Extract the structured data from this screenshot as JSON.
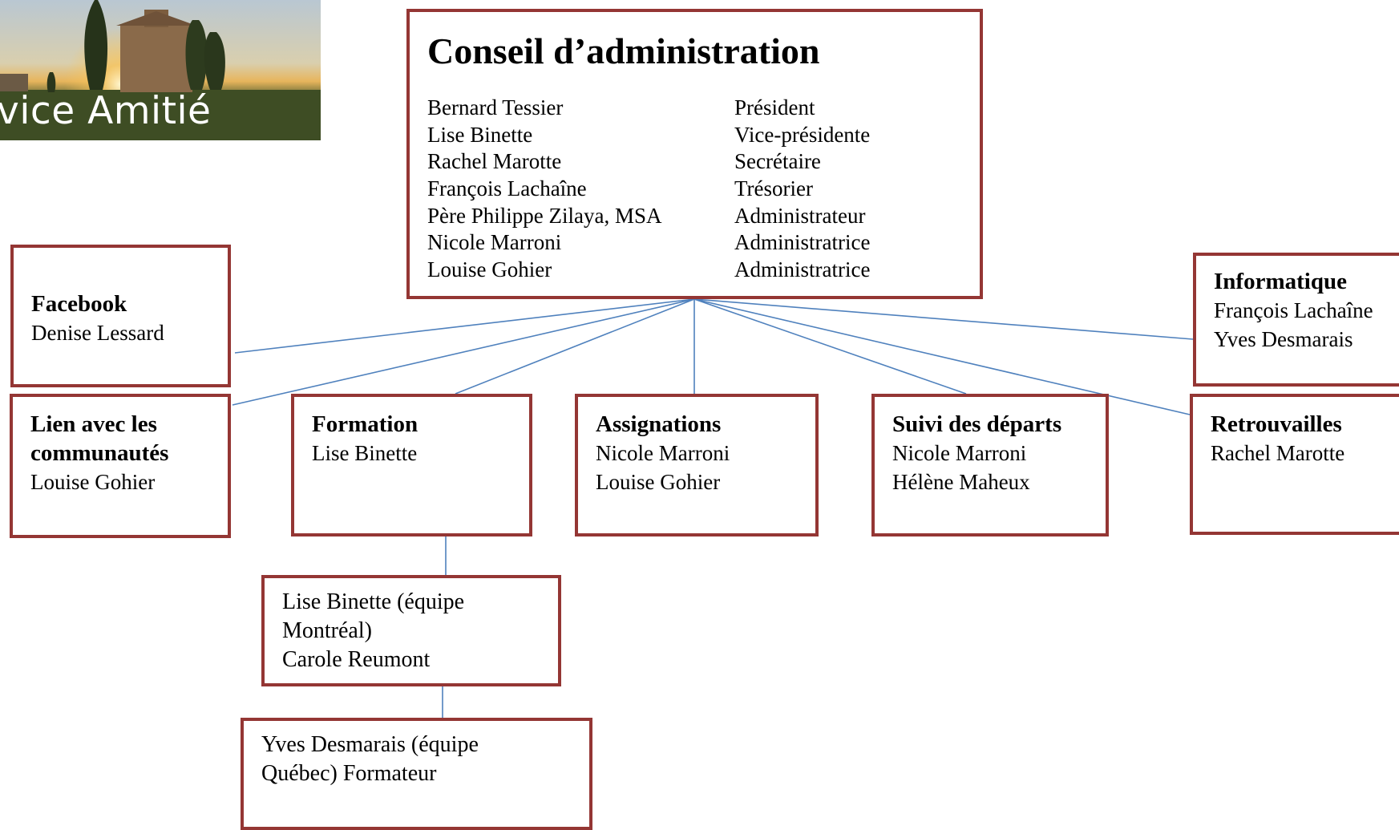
{
  "logo": {
    "text": "vice Amitié"
  },
  "board": {
    "title": "Conseil d’administration",
    "members": [
      {
        "name": "Bernard Tessier",
        "role": "Président"
      },
      {
        "name": "Lise Binette",
        "role": "Vice-présidente"
      },
      {
        "name": "Rachel Marotte",
        "role": "Secrétaire"
      },
      {
        "name": "François Lachaîne",
        "role": "Trésorier"
      },
      {
        "name": "Père Philippe Zilaya, MSA",
        "role": "Administrateur"
      },
      {
        "name": "Nicole Marroni",
        "role": "Administratrice"
      },
      {
        "name": "Louise Gohier",
        "role": "Administratrice"
      }
    ]
  },
  "committees": {
    "facebook": {
      "title": "Facebook",
      "lines": [
        "Denise Lessard"
      ]
    },
    "informatique": {
      "title": "Informatique",
      "lines": [
        "François Lachaîne",
        "Yves Desmarais"
      ]
    },
    "lien": {
      "title_lines": [
        "Lien avec les",
        "communautés"
      ],
      "lines": [
        "Louise Gohier"
      ]
    },
    "formation": {
      "title": "Formation",
      "lines": [
        "Lise Binette"
      ]
    },
    "assignations": {
      "title": "Assignations",
      "lines": [
        "Nicole Marroni",
        "Louise Gohier"
      ]
    },
    "suivi": {
      "title": "Suivi des départs",
      "lines": [
        "Nicole Marroni",
        "Hélène Maheux"
      ]
    },
    "retrouvailles": {
      "title": "Retrouvailles",
      "lines": [
        "Rachel Marotte"
      ]
    }
  },
  "teams": {
    "montreal": {
      "lines": [
        "Lise Binette (équipe",
        "Montréal)",
        "Carole Reumont"
      ]
    },
    "quebec": {
      "lines": [
        "Yves Desmarais (équipe",
        "Québec) Formateur"
      ]
    }
  },
  "colors": {
    "box_border": "#943634",
    "connector": "#4f81bd"
  }
}
